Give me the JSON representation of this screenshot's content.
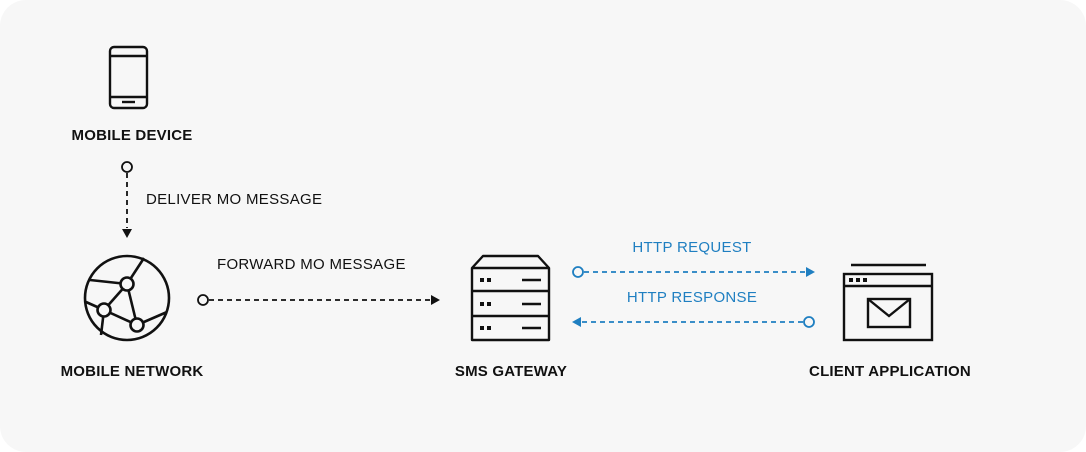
{
  "nodes": {
    "mobile_device": {
      "label": "MOBILE DEVICE",
      "icon": "smartphone-icon"
    },
    "mobile_network": {
      "label": "MOBILE NETWORK",
      "icon": "network-globe-icon"
    },
    "sms_gateway": {
      "label": "SMS GATEWAY",
      "icon": "server-icon"
    },
    "client_application": {
      "label": "CLIENT APPLICATION",
      "icon": "browser-envelope-icon"
    }
  },
  "edges": {
    "deliver": {
      "label": "DELIVER MO MESSAGE"
    },
    "forward": {
      "label": "FORWARD MO MESSAGE"
    },
    "request": {
      "label": "HTTP REQUEST"
    },
    "response": {
      "label": "HTTP RESPONSE"
    }
  },
  "colors": {
    "background": "#f7f7f7",
    "ink": "#111111",
    "http_accent": "#1f7fc1"
  }
}
